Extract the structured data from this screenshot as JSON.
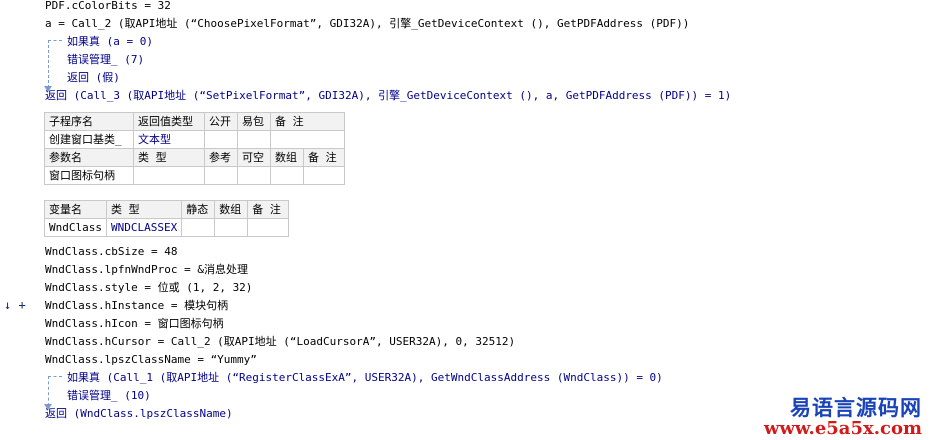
{
  "code_top": [
    "PDF.cColorBits = 32",
    "a = Call_2 (取API地址 (“ChoosePixelFormat”, GDI32A), 引擎_GetDeviceContext (), GetPDFAddress (PDF))",
    "如果真 (a = 0)",
    "错误管理_ (7)",
    "返回 (假)",
    "返回 (Call_3 (取API地址 (“SetPixelFormat”, GDI32A), 引擎_GetDeviceContext (), a, GetPDFAddress (PDF)) = 1)"
  ],
  "sub_table": {
    "headers1": [
      "子程序名",
      "返回值类型",
      "公开",
      "易包",
      "备 注"
    ],
    "row1": [
      "创建窗口基类_",
      "文本型",
      "",
      "",
      ""
    ],
    "headers2": [
      "参数名",
      "类 型",
      "参考",
      "可空",
      "数组",
      "备 注"
    ],
    "row2": [
      "窗口图标句柄",
      "",
      "",
      "",
      "",
      ""
    ]
  },
  "var_table": {
    "headers": [
      "变量名",
      "类 型",
      "静态",
      "数组",
      "备 注"
    ],
    "row": [
      "WndClass",
      "WNDCLASSEX",
      "",
      "",
      ""
    ]
  },
  "code_bottom": [
    "WndClass.cbSize = 48",
    "WndClass.lpfnWndProc = &消息处理",
    "WndClass.style = 位或 (1, 2, 32)",
    "WndClass.hInstance = 模块句柄",
    "WndClass.hIcon = 窗口图标句柄",
    "WndClass.hCursor = Call_2 (取API地址 (“LoadCursorA”, USER32A), 0, 32512)",
    "WndClass.lpszClassName = “Yummy”",
    "如果真 (Call_1 (取API地址 (“RegisterClassExA”, USER32A), GetWndClassAddress (WndClass)) = 0)",
    "错误管理_ (10)",
    "返回 (WndClass.lpszClassName)"
  ],
  "gutter_marker": "↓ +",
  "watermark": {
    "line1": "易语言源码网",
    "line2": "www.e5a5x.com"
  }
}
